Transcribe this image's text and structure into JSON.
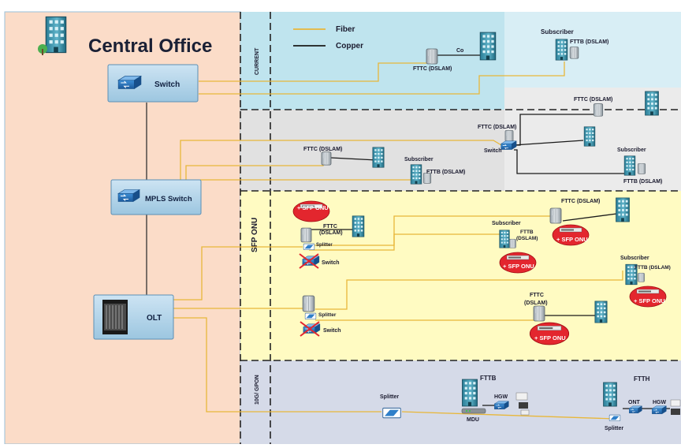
{
  "central_office": {
    "title": "Central Office",
    "switch_label": "Switch",
    "mpls_label": "MPLS Switch",
    "olt_label": "OLT"
  },
  "legend": {
    "fiber": "Fiber",
    "copper": "Copper"
  },
  "zones": {
    "current": "CURRENT",
    "sfp_onu": "SFP ONU",
    "gpon": "10G/ GPON"
  },
  "current": {
    "fttc": "FTTC (DSLAM)",
    "co": "Co",
    "subscriber": "Subscriber",
    "fttb": "FTTB (DSLAM)"
  },
  "mpls": {
    "fttc_top": "FTTC (DSLAM)",
    "fttc_switch": "FTTC (DSLAM)",
    "switch": "Switch",
    "subscriber_right": "Subscriber",
    "fttb_right": "FTTB (DSLAM)",
    "fttc_mid": "FTTC (DSLAM)",
    "subscriber_mid": "Subscriber",
    "fttb_mid": "FTTB (DSLAM)"
  },
  "sfp": {
    "onu": "+ SFP ONU",
    "fttc": "FTTC",
    "dslam": "(DSLAM)",
    "splitter": "Splitter",
    "switch": "Switch",
    "subscriber": "Subscriber",
    "fttb": "FTTB",
    "fttc_dslam": "FTTC (DSLAM)",
    "fttb_dslam": "FTTB (DSLAM)"
  },
  "gpon": {
    "splitter": "Splitter",
    "fttb": "FTTB",
    "hgw": "HGW",
    "mdu": "MDU",
    "ftth": "FTTH",
    "ont": "ONT"
  },
  "colors": {
    "central_office_bg": "#fbdcc8",
    "current_bg": "#bfe4ee",
    "mpls_bg": "#e1e1e1",
    "sfp_bg": "#fffbc2",
    "gpon_bg": "#d5dae8",
    "fiber": "#e8b73a",
    "copper": "#1a1a1a",
    "onu_badge": "#e3262e"
  }
}
